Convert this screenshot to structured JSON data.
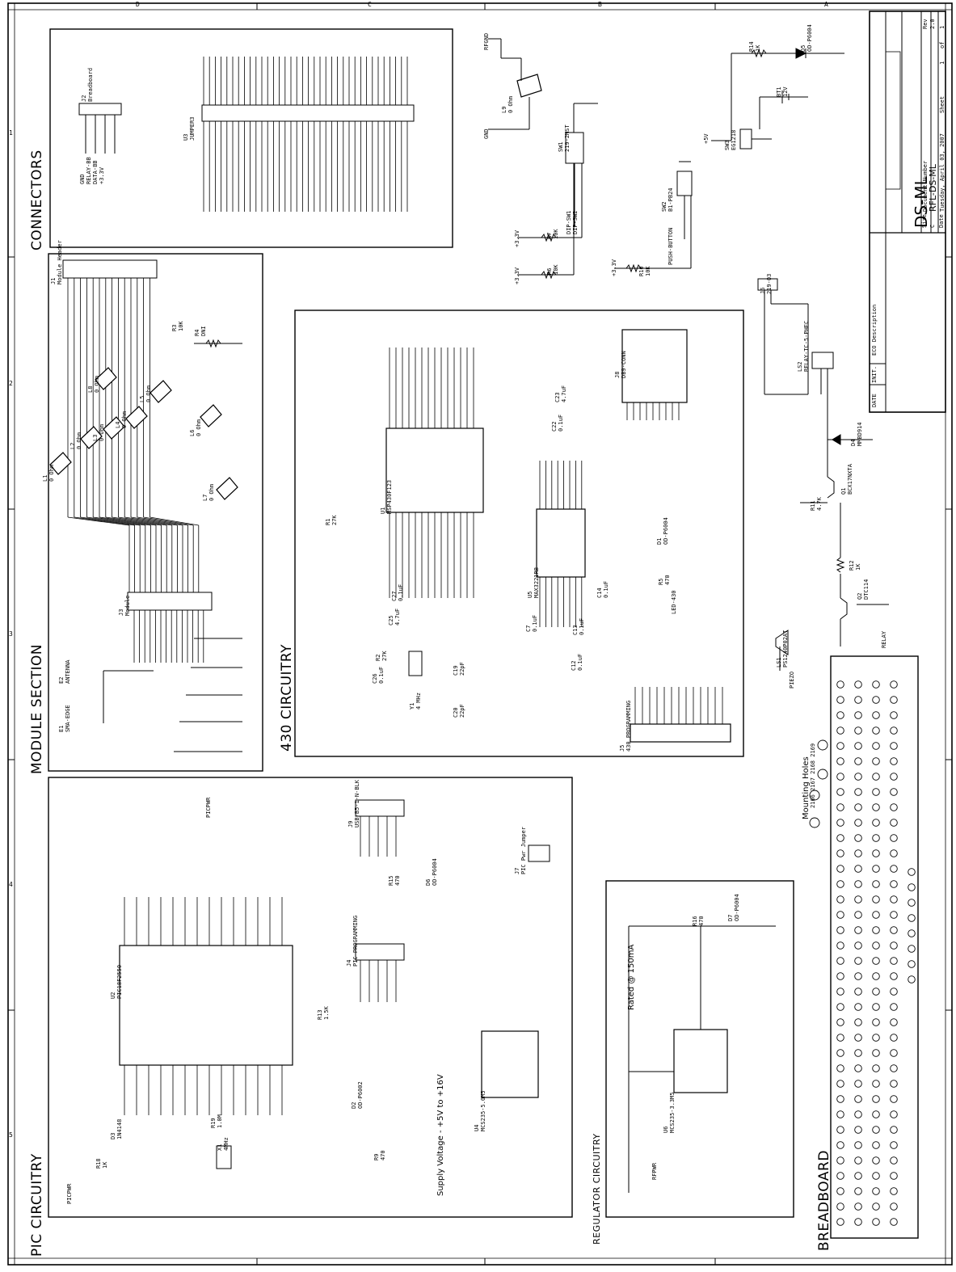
{
  "sections": {
    "connectors": "CONNECTORS",
    "module": "MODULE SECTION",
    "circuitry430": "430 CIRCUITRY",
    "pic": "PIC CIRCUITRY",
    "regulator": "REGULATOR CIRCUITRY",
    "breadboard": "BREADBOARD"
  },
  "border": {
    "col_labels_top": [
      "D",
      "C",
      "B",
      "A"
    ],
    "row_labels_left": [
      "1",
      "2",
      "3",
      "4",
      "5"
    ]
  },
  "title_block": {
    "title": "DS-ML",
    "size_label": "Size",
    "size": "C",
    "doc_label": "Document Number",
    "doc_number": "RFL-DS-ML",
    "rev_label": "Rev",
    "rev": "2.0",
    "date_label": "Date",
    "date": "Tuesday, April 03, 2007",
    "sheet_label": "Sheet",
    "sheet": "1",
    "of_label": "of",
    "of": "1",
    "eco_label": "ECO Description",
    "init_label": "INIT.",
    "date_col_label": "DATE"
  },
  "components": {
    "u3": [
      "U3",
      "JUMPER3"
    ],
    "j2": [
      "J2",
      "Breadboard"
    ],
    "j2_pins": [
      "GND",
      "RELAY-BB",
      "DATA-BB",
      "+3.3V"
    ],
    "l9": [
      "L9",
      "0 Ohm"
    ],
    "sw1": [
      "SW1",
      "219-2MST"
    ],
    "sw2": [
      "SW2",
      "B1-PB24"
    ],
    "sw3": [
      "SW3",
      "EG1218"
    ],
    "r14": [
      "R14",
      "1K"
    ],
    "d5": [
      "D5",
      "OD-P6004"
    ],
    "bt1": [
      "BT1",
      "12V"
    ],
    "r7": [
      "R7",
      "10K"
    ],
    "r6": [
      "R6",
      "10K"
    ],
    "r10": [
      "R10",
      "10K"
    ],
    "dip_sw": [
      "DIP-SW1",
      "DIP-SW2"
    ],
    "push": "PUSH-BUTTON",
    "j1": [
      "J1",
      "Module Header"
    ],
    "r3": [
      "R3",
      "10K"
    ],
    "r4": [
      "R4",
      "DNI"
    ],
    "l1": [
      "L1",
      "0 Ohm"
    ],
    "l2": [
      "L2",
      "0 Ohm"
    ],
    "l3": [
      "L3",
      "0 Ohm"
    ],
    "l4": [
      "L4",
      "0 Ohm"
    ],
    "l5": [
      "L5",
      "0 Ohm"
    ],
    "l6": [
      "L6",
      "0 Ohm"
    ],
    "l7": [
      "L7",
      "0 Ohm"
    ],
    "l8": [
      "L8",
      "0 Ohm"
    ],
    "u1": [
      "U1",
      "MSP430F123"
    ],
    "r1": [
      "R1",
      "27K"
    ],
    "r2": [
      "R2",
      "27K"
    ],
    "y1": [
      "Y1",
      "4 MHz"
    ],
    "c19": [
      "C19",
      "22pF"
    ],
    "c20": [
      "C20",
      "22pF"
    ],
    "c25": [
      "C25",
      "4.7uF"
    ],
    "c26": [
      "C26",
      "0.1uF"
    ],
    "c27": [
      "C27",
      "0.1uF"
    ],
    "u5": [
      "U5",
      "MAX3221RB"
    ],
    "j8": [
      "J8",
      "DB9-CONN"
    ],
    "j5": [
      "J5",
      "430 PROGRAMMING"
    ],
    "c7": [
      "C7",
      "0.1uF"
    ],
    "c13": [
      "C13",
      "0.1uF"
    ],
    "c12": [
      "C12",
      "0.1uF"
    ],
    "c14": [
      "C14",
      "0.1uF"
    ],
    "c22": [
      "C22",
      "0.1uF"
    ],
    "c23": [
      "C23",
      "4.7uF"
    ],
    "d1": [
      "D1",
      "OD-P6004"
    ],
    "r5": [
      "R5",
      "470"
    ],
    "led430": "LED-430",
    "ls2": [
      "LS2",
      "RELAY-TC-5-PHEC"
    ],
    "j6": [
      "J6",
      "219-03"
    ],
    "d4": [
      "D4",
      "MMBD914"
    ],
    "q1": [
      "Q1",
      "BCX17NXTA"
    ],
    "r11": [
      "R11",
      "4.7K"
    ],
    "r12": [
      "R12",
      "1K"
    ],
    "q2": [
      "Q2",
      "DTC114"
    ],
    "ls1": [
      "LS1",
      "PS1240P02AT"
    ],
    "piezo": "PIEZO",
    "relay": "RELAY",
    "j3": [
      "J3",
      "Module"
    ],
    "e1": [
      "E1",
      "SMA-EDGE"
    ],
    "e2": [
      "E2",
      "ANTENNA"
    ],
    "u2": [
      "U2",
      "PIC18F2550"
    ],
    "r18": [
      "R18",
      "1K"
    ],
    "d3": [
      "D3",
      "1N4148"
    ],
    "r19": [
      "R19",
      "1.0M"
    ],
    "x1": [
      "X1",
      "4MHz"
    ],
    "r13": [
      "R13",
      "1.5K"
    ],
    "j4": [
      "J4",
      "PIC PROGRAMMING"
    ],
    "j9": [
      "J9",
      "USB-B5-1-N-BLK"
    ],
    "j7": [
      "J7",
      "PIC Pwr Jumper"
    ],
    "r15": [
      "R15",
      "470"
    ],
    "d6": [
      "D6",
      "OD-P6004"
    ],
    "u4": [
      "U4",
      "MCS235-5.0M5"
    ],
    "u6": [
      "U6",
      "MCS235-3.3M5"
    ],
    "d2": [
      "D2",
      "OD-P6002"
    ],
    "r9": [
      "R9",
      "470"
    ],
    "r16": [
      "R16",
      "470"
    ],
    "d7": [
      "D7",
      "OD-P6004"
    ],
    "supply": "Supply Voltage - +5V to +16V",
    "rated": "Rated @ 150mA",
    "mounting": "Mounting Holes",
    "mh_ids": [
      "2166",
      "2167",
      "2168",
      "2169"
    ],
    "power": {
      "p5v": "+5V",
      "p33v": "+3.3V",
      "gnd": "GND",
      "picpwr": "PICPWR",
      "rfpwr": "RFPWR",
      "rfgnd": "RFGND"
    }
  }
}
